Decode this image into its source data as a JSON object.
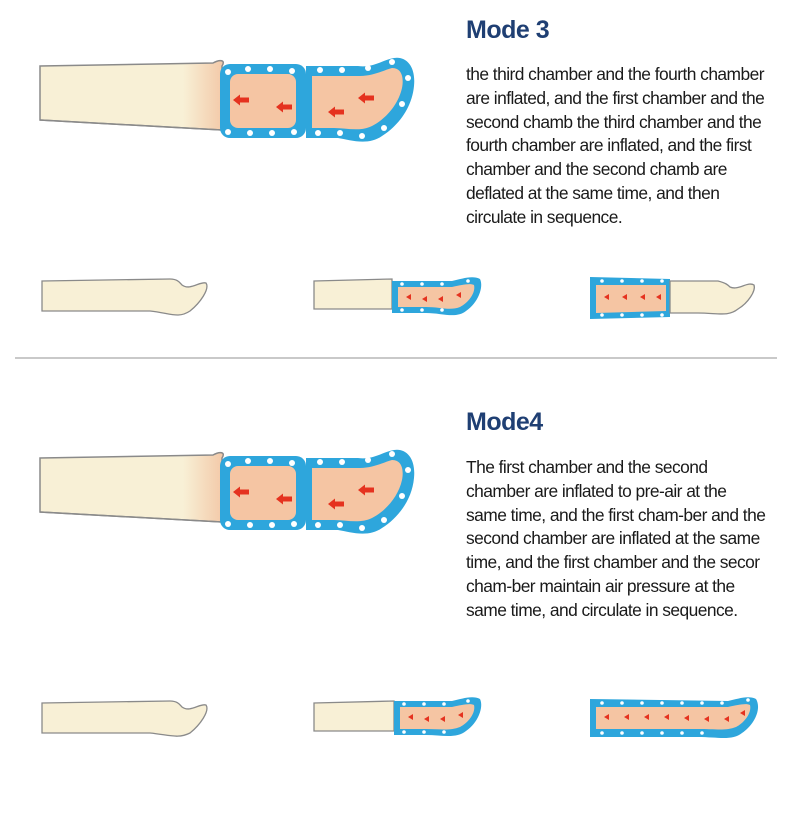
{
  "modes": [
    {
      "title": "Mode 3",
      "description": "the third chamber and the fourth chamber are inflated, and the first chamber and the second chamb the third chamber and the fourth chamber are inflated, and the first chamber and the second chamb are deflated at the same time, and then circulate in sequence."
    },
    {
      "title": "Mode4",
      "description": "The first chamber and the second chamber are inflated to pre-air at the same time, and the first cham-ber and the second chamber are inflated at the same time, and the first chamber and the secor cham-ber maintain air pressure at the same time, and circulate in sequence."
    }
  ],
  "colors": {
    "title": "#1f3f73",
    "cuff_blue": "#2ea6dc",
    "chamber_fill": "#f5c5a3",
    "leg_fill": "#f7efd6",
    "arrow": "#e5321f",
    "divider": "#c9c9c9"
  }
}
